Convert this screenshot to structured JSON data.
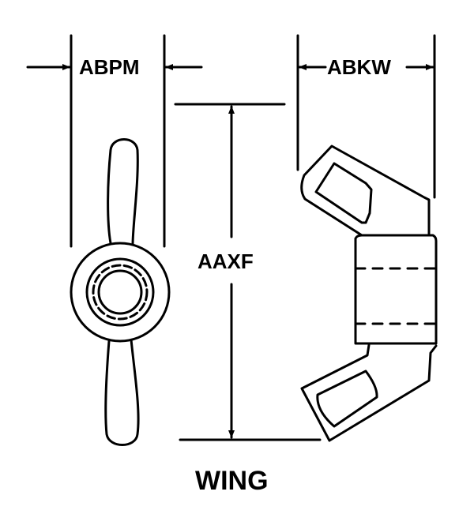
{
  "dimensions": {
    "width_label": "ABPM",
    "wing_span_label": "ABKW",
    "height_label": "AAXF"
  },
  "caption": "WING",
  "colors": {
    "line": "#000000",
    "background": "#ffffff"
  }
}
